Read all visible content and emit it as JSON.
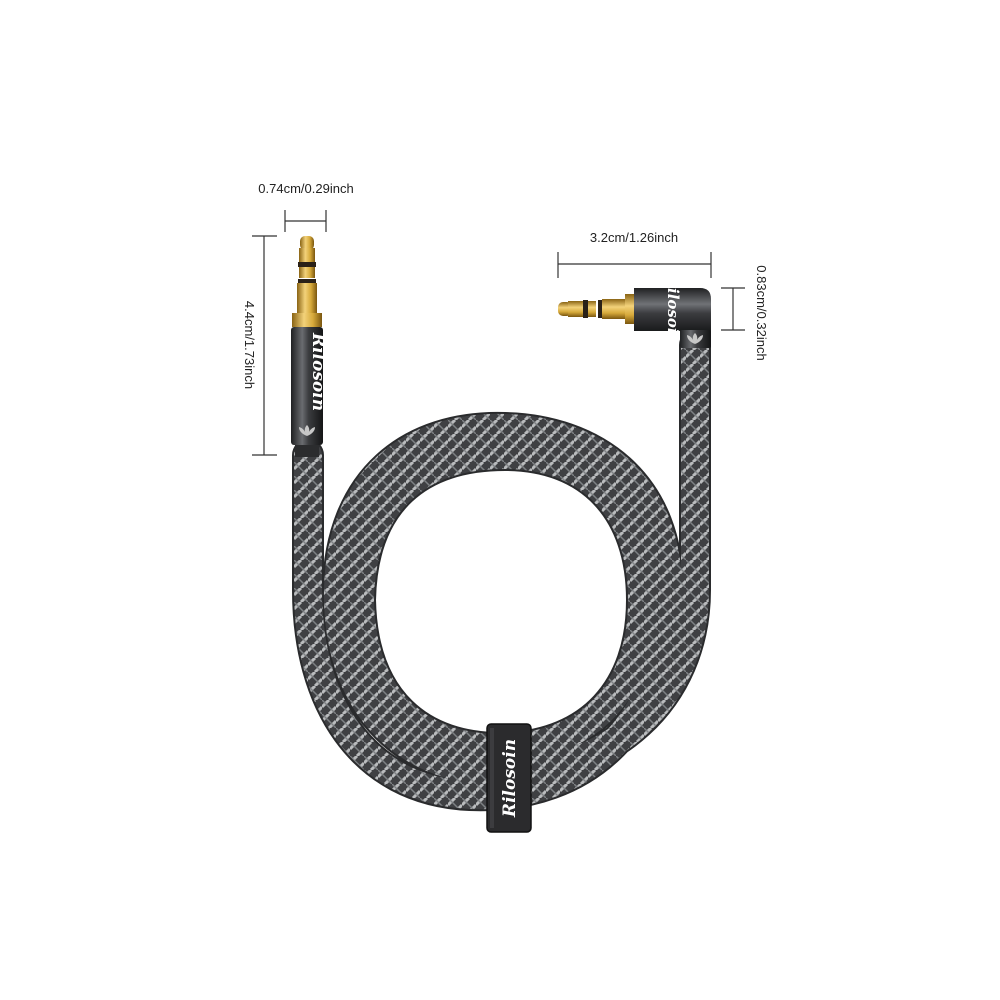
{
  "dimensions": {
    "straight_plug_width": "0.74cm/0.29inch",
    "straight_plug_height": "4.4cm/1.73inch",
    "angled_plug_length": "3.2cm/1.26inch",
    "angled_plug_height": "0.83cm/0.32inch"
  },
  "branding": {
    "logo_text": "Rilosoin",
    "logo_icon": "lotus-icon"
  },
  "colors": {
    "braid_dark": "#3f4043",
    "braid_light": "#b9bbbd",
    "gold": "#d6a93a",
    "housing": "#4a4b4e",
    "velcro": "#2b2b2d",
    "dimension_line": "#333333"
  }
}
